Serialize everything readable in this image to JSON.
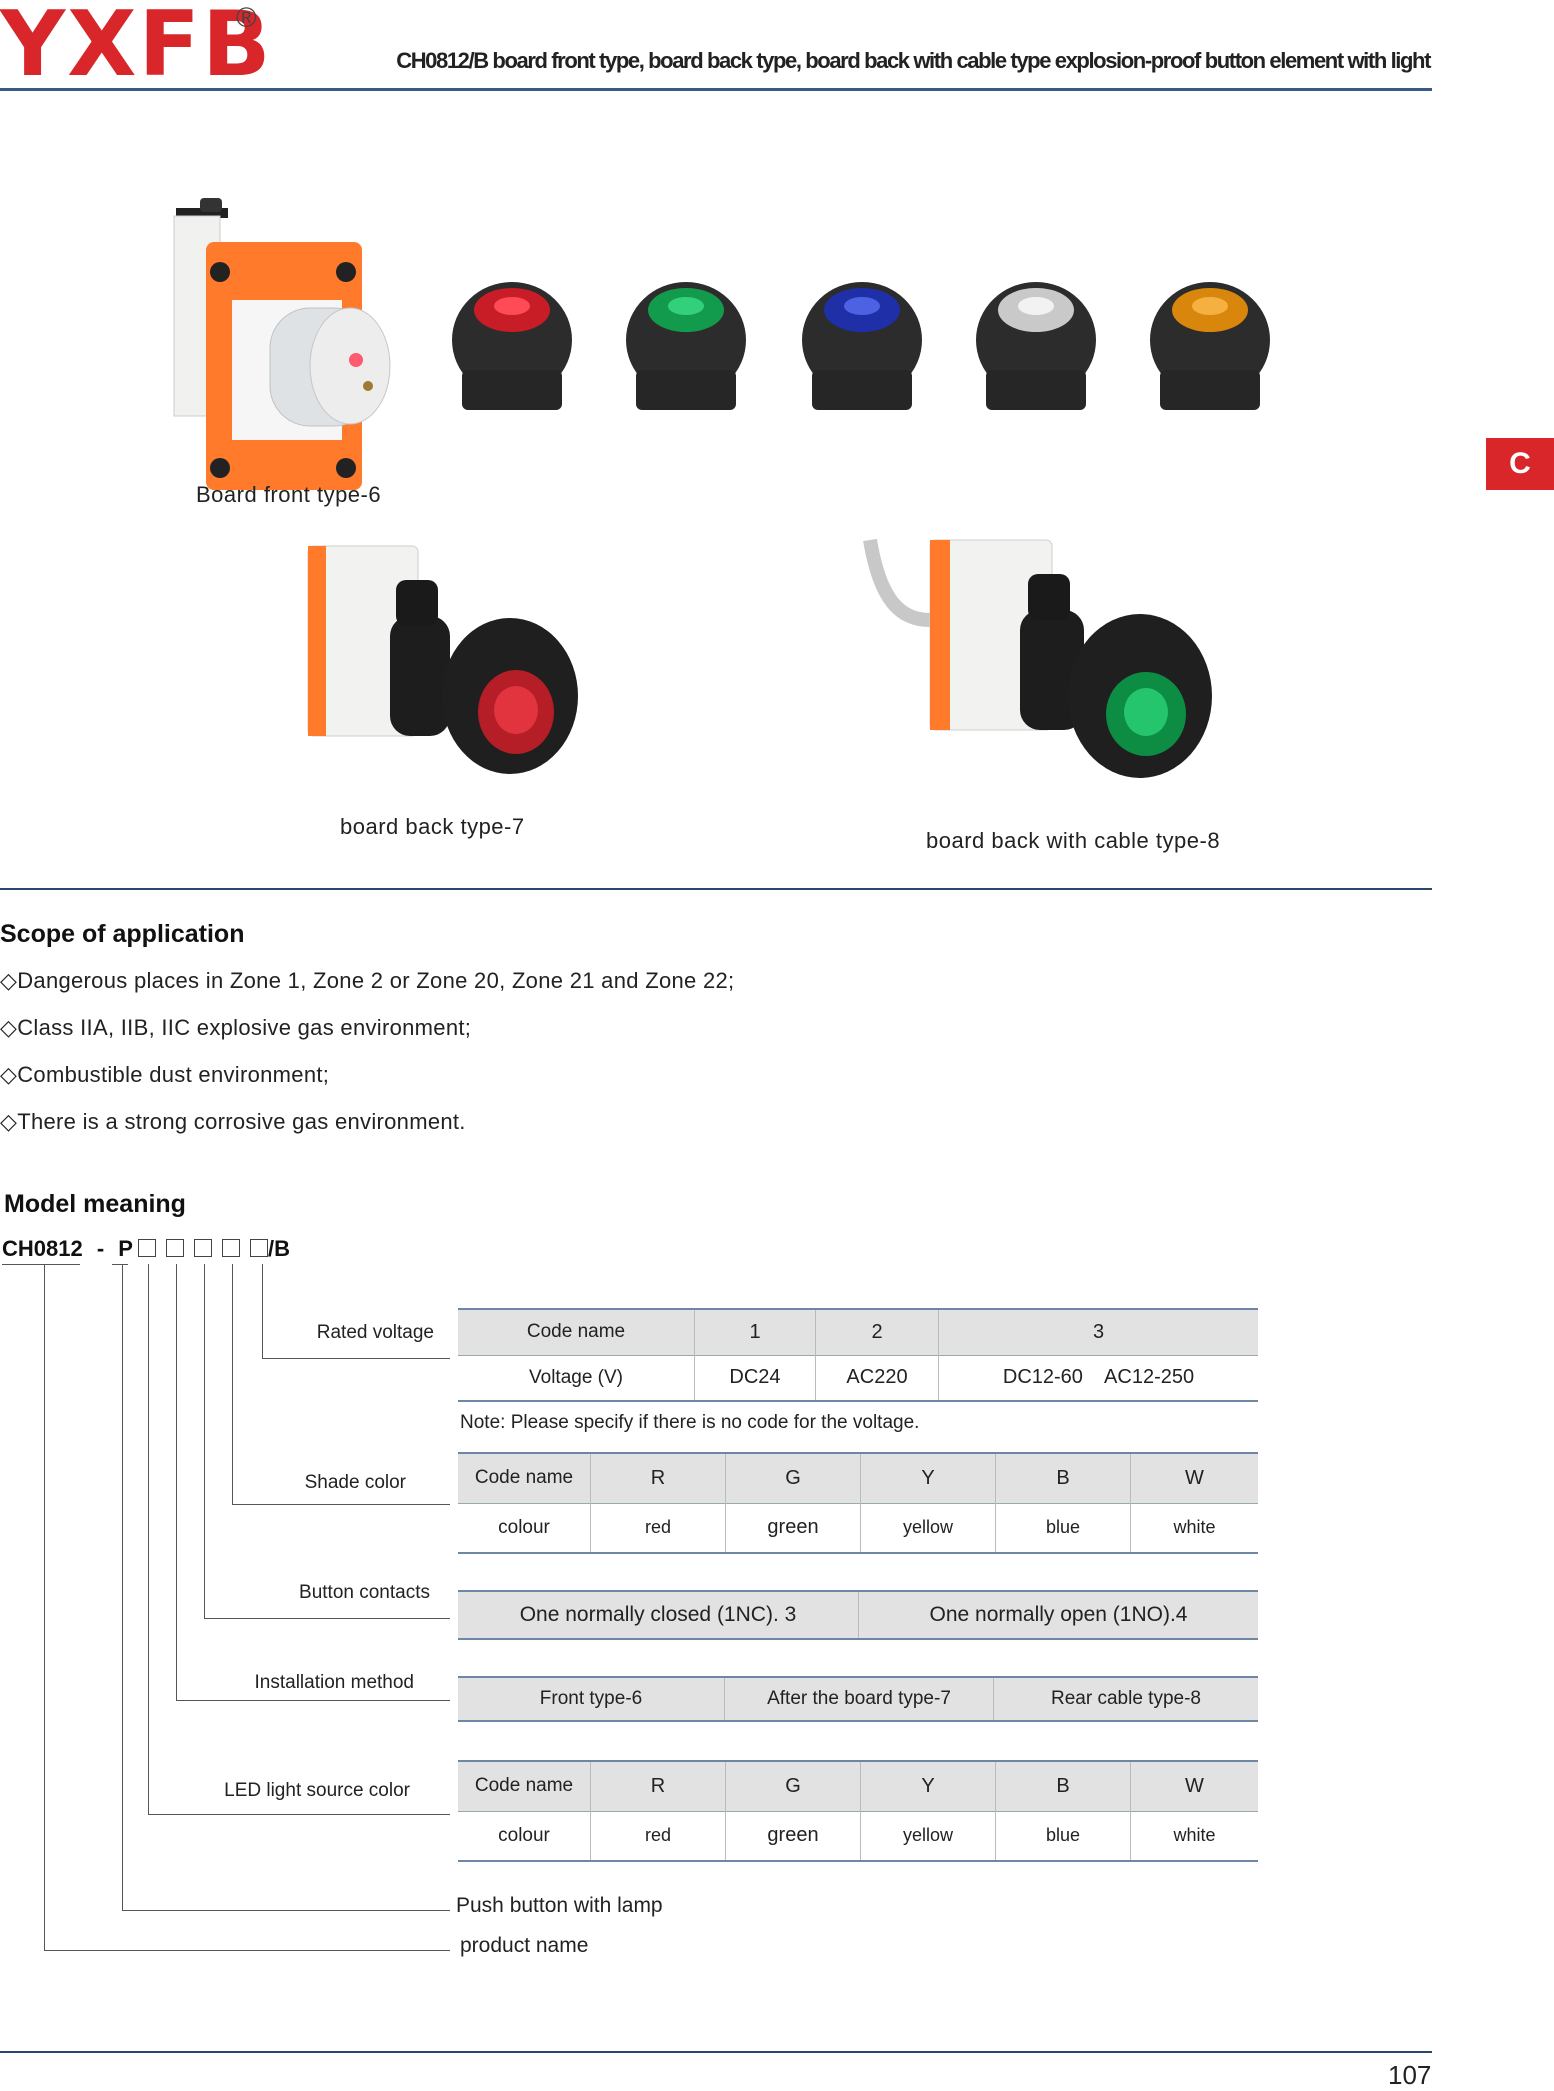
{
  "header": {
    "logo": "YXFB",
    "registered": "®",
    "title": "CH0812/B board front type, board back type, board back with cable type explosion-proof button element with light"
  },
  "side_tab": "C",
  "products": {
    "caption_front": "Board front type-6",
    "caption_back": "board back type-7",
    "caption_cable": "board back with cable type-8"
  },
  "scope": {
    "title": "Scope of application",
    "items": [
      "◇Dangerous places in Zone 1, Zone 2 or Zone 20, Zone 21 and Zone 22;",
      "◇Class IIA, IIB, IIC explosive gas environment;",
      "◇Combustible dust environment;",
      "◇There is a strong corrosive gas environment."
    ]
  },
  "model": {
    "title": "Model meaning",
    "code_prefix": "CH0812",
    "code_dash": "-",
    "code_p": "P",
    "code_suffix": "/B",
    "labels": {
      "rated_voltage": "Rated voltage",
      "shade_color": "Shade color",
      "button_contacts": "Button contacts",
      "installation_method": "Installation method",
      "led_color": "LED light source color",
      "push_button": "Push button with lamp",
      "product_name": "product name"
    },
    "voltage_table": {
      "header": [
        "Code name",
        "1",
        "2",
        "3"
      ],
      "row": [
        "Voltage (V)",
        "DC24",
        "AC220",
        "DC12-60    AC12-250"
      ]
    },
    "voltage_note": "Note: Please specify if there is no code for the voltage.",
    "shade_table": {
      "header": [
        "Code name",
        "R",
        "G",
        "Y",
        "B",
        "W"
      ],
      "row": [
        "colour",
        "red",
        "green",
        "yellow",
        "blue",
        "white"
      ]
    },
    "contacts_table": [
      "One normally closed (1NC). 3",
      "One normally open (1NO).4"
    ],
    "install_table": [
      "Front type-6",
      "After the board type-7",
      "Rear cable type-8"
    ],
    "led_table": {
      "header": [
        "Code name",
        "R",
        "G",
        "Y",
        "B",
        "W"
      ],
      "row": [
        "colour",
        "red",
        "green",
        "yellow",
        "blue",
        "white"
      ]
    }
  },
  "page_number": "107",
  "colors": {
    "brand_red": "#d9262a",
    "rule_blue": "#3a5a86",
    "table_grey": "#e2e2e2"
  }
}
